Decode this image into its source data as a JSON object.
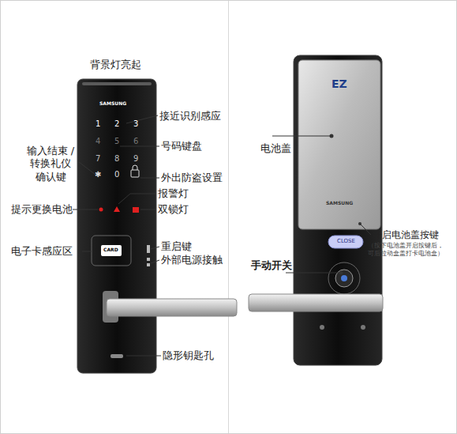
{
  "diagram": {
    "labels": [
      "背景灯亮起",
      "接近识别感应",
      "号码键盘",
      "输入结束 /转换礼仪 确认键",
      "外出防盗设置",
      "报警灯",
      "提示更换电池",
      "双锁灯",
      "电子卡感应区",
      "重启键",
      "外部电源接触",
      "隐形钥匙孔",
      "电池盖",
      "开启电池盖按键",
      "（按下电池盖开启按键后， 可后拉动盒盖打卡电池盒）",
      "手动开关",
      "SAMSUNG",
      "1",
      "2",
      "3",
      "4",
      "5",
      "6",
      "7",
      "8",
      "9",
      "✱",
      "0",
      "CARD",
      "EZ",
      "SAMSUNG",
      "CLOSE"
    ]
  }
}
